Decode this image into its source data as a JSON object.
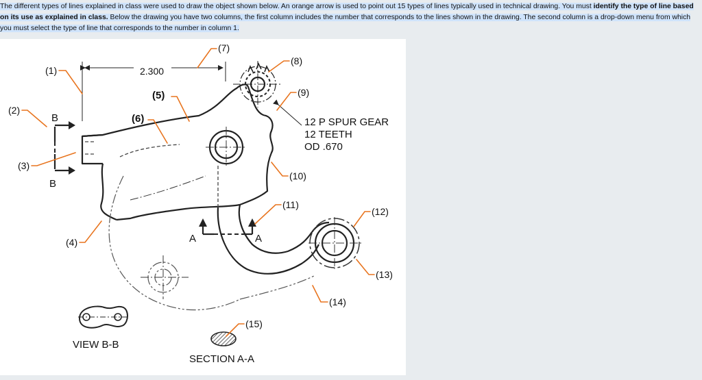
{
  "instructions": {
    "part1": "The different types of lines explained in class were used to draw the object shown below.  An orange arrow is used to point out 15 types of lines typically used in technical drawing.  You must ",
    "bold": "identify the type of line based on its use as explained in class.",
    "part2": "  Below the drawing you have two columns, the first column includes the number that corresponds to the lines shown in the drawing.  The second column is a drop-down menu from which you must select the type of line that corresponds to the number in column 1."
  },
  "drawing": {
    "dimension_text": "2.300",
    "callouts": [
      "(1)",
      "(2)",
      "(3)",
      "(4)",
      "(5)",
      "(6)",
      "(7)",
      "(8)",
      "(9)",
      "(10)",
      "(11)",
      "(12)",
      "(13)",
      "(14)",
      "(15)"
    ],
    "gear_note": [
      "12 P SPUR GEAR",
      "12 TEETH",
      "OD .670"
    ],
    "cutting_plane_letters": {
      "b_top": "B",
      "b_bottom": "B",
      "a_left": "A",
      "a_right": "A"
    },
    "view_label": "VIEW B-B",
    "section_label": "SECTION A-A"
  },
  "colors": {
    "arrow": "#e8741e",
    "line": "#222222",
    "highlight": "#cfe3fb",
    "panel": "#ffffff",
    "page": "#e8ecef"
  }
}
